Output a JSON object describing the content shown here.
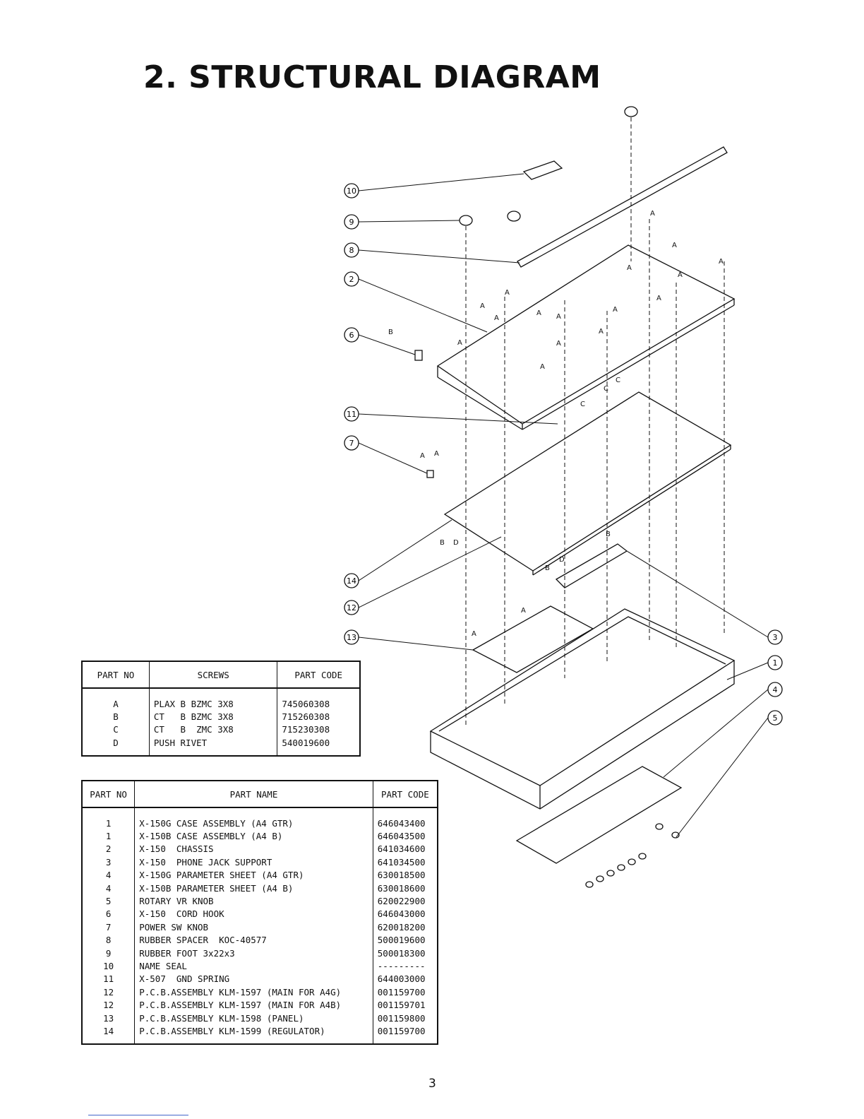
{
  "title": "2. STRUCTURAL DIAGRAM",
  "page_number": "3",
  "screws_table": {
    "headers": [
      "PART NO",
      "SCREWS",
      "PART CODE"
    ],
    "rows": [
      [
        "A",
        "PLAX B BZMC 3X8",
        "745060308"
      ],
      [
        "B",
        "CT   B BZMC 3X8",
        "715260308"
      ],
      [
        "C",
        "CT   B  ZMC 3X8",
        "715230308"
      ],
      [
        "D",
        "PUSH RIVET",
        "540019600"
      ]
    ]
  },
  "parts_table": {
    "headers": [
      "PART NO",
      "PART NAME",
      "PART CODE"
    ],
    "rows": [
      [
        "1",
        "X-150G CASE ASSEMBLY (A4 GTR)",
        "646043400"
      ],
      [
        "1",
        "X-150B CASE ASSEMBLY (A4 B)",
        "646043500"
      ],
      [
        "2",
        "X-150  CHASSIS",
        "641034600"
      ],
      [
        "3",
        "X-150  PHONE JACK SUPPORT",
        "641034500"
      ],
      [
        "4",
        "X-150G PARAMETER SHEET (A4 GTR)",
        "630018500"
      ],
      [
        "4",
        "X-150B PARAMETER SHEET (A4 B)",
        "630018600"
      ],
      [
        "5",
        "ROTARY VR KNOB",
        "620022900"
      ],
      [
        "6",
        "X-150  CORD HOOK",
        "646043000"
      ],
      [
        "7",
        "POWER SW KNOB",
        "620018200"
      ],
      [
        "8",
        "RUBBER SPACER  KOC-40577",
        "500019600"
      ],
      [
        "9",
        "RUBBER FOOT 3x22x3",
        "500018300"
      ],
      [
        "10",
        "NAME SEAL",
        "---------"
      ],
      [
        "11",
        "X-507  GND SPRING",
        "644003000"
      ],
      [
        "12",
        "P.C.B.ASSEMBLY KLM-1597 (MAIN FOR A4G)",
        "001159700"
      ],
      [
        "12",
        "P.C.B.ASSEMBLY KLM-1597 (MAIN FOR A4B)",
        "001159701"
      ],
      [
        "13",
        "P.C.B.ASSEMBLY KLM-1598 (PANEL)",
        "001159800"
      ],
      [
        "14",
        "P.C.B.ASSEMBLY KLM-1599 (REGULATOR)",
        "001159700"
      ]
    ]
  },
  "diagram": {
    "callouts_left": [
      "10",
      "9",
      "8",
      "2",
      "6",
      "11",
      "7",
      "14",
      "12",
      "13"
    ],
    "callouts_right": [
      "3",
      "1",
      "4",
      "5"
    ],
    "screw_letters": {
      "a": "A",
      "b": "B",
      "c": "C",
      "d": "D"
    }
  }
}
